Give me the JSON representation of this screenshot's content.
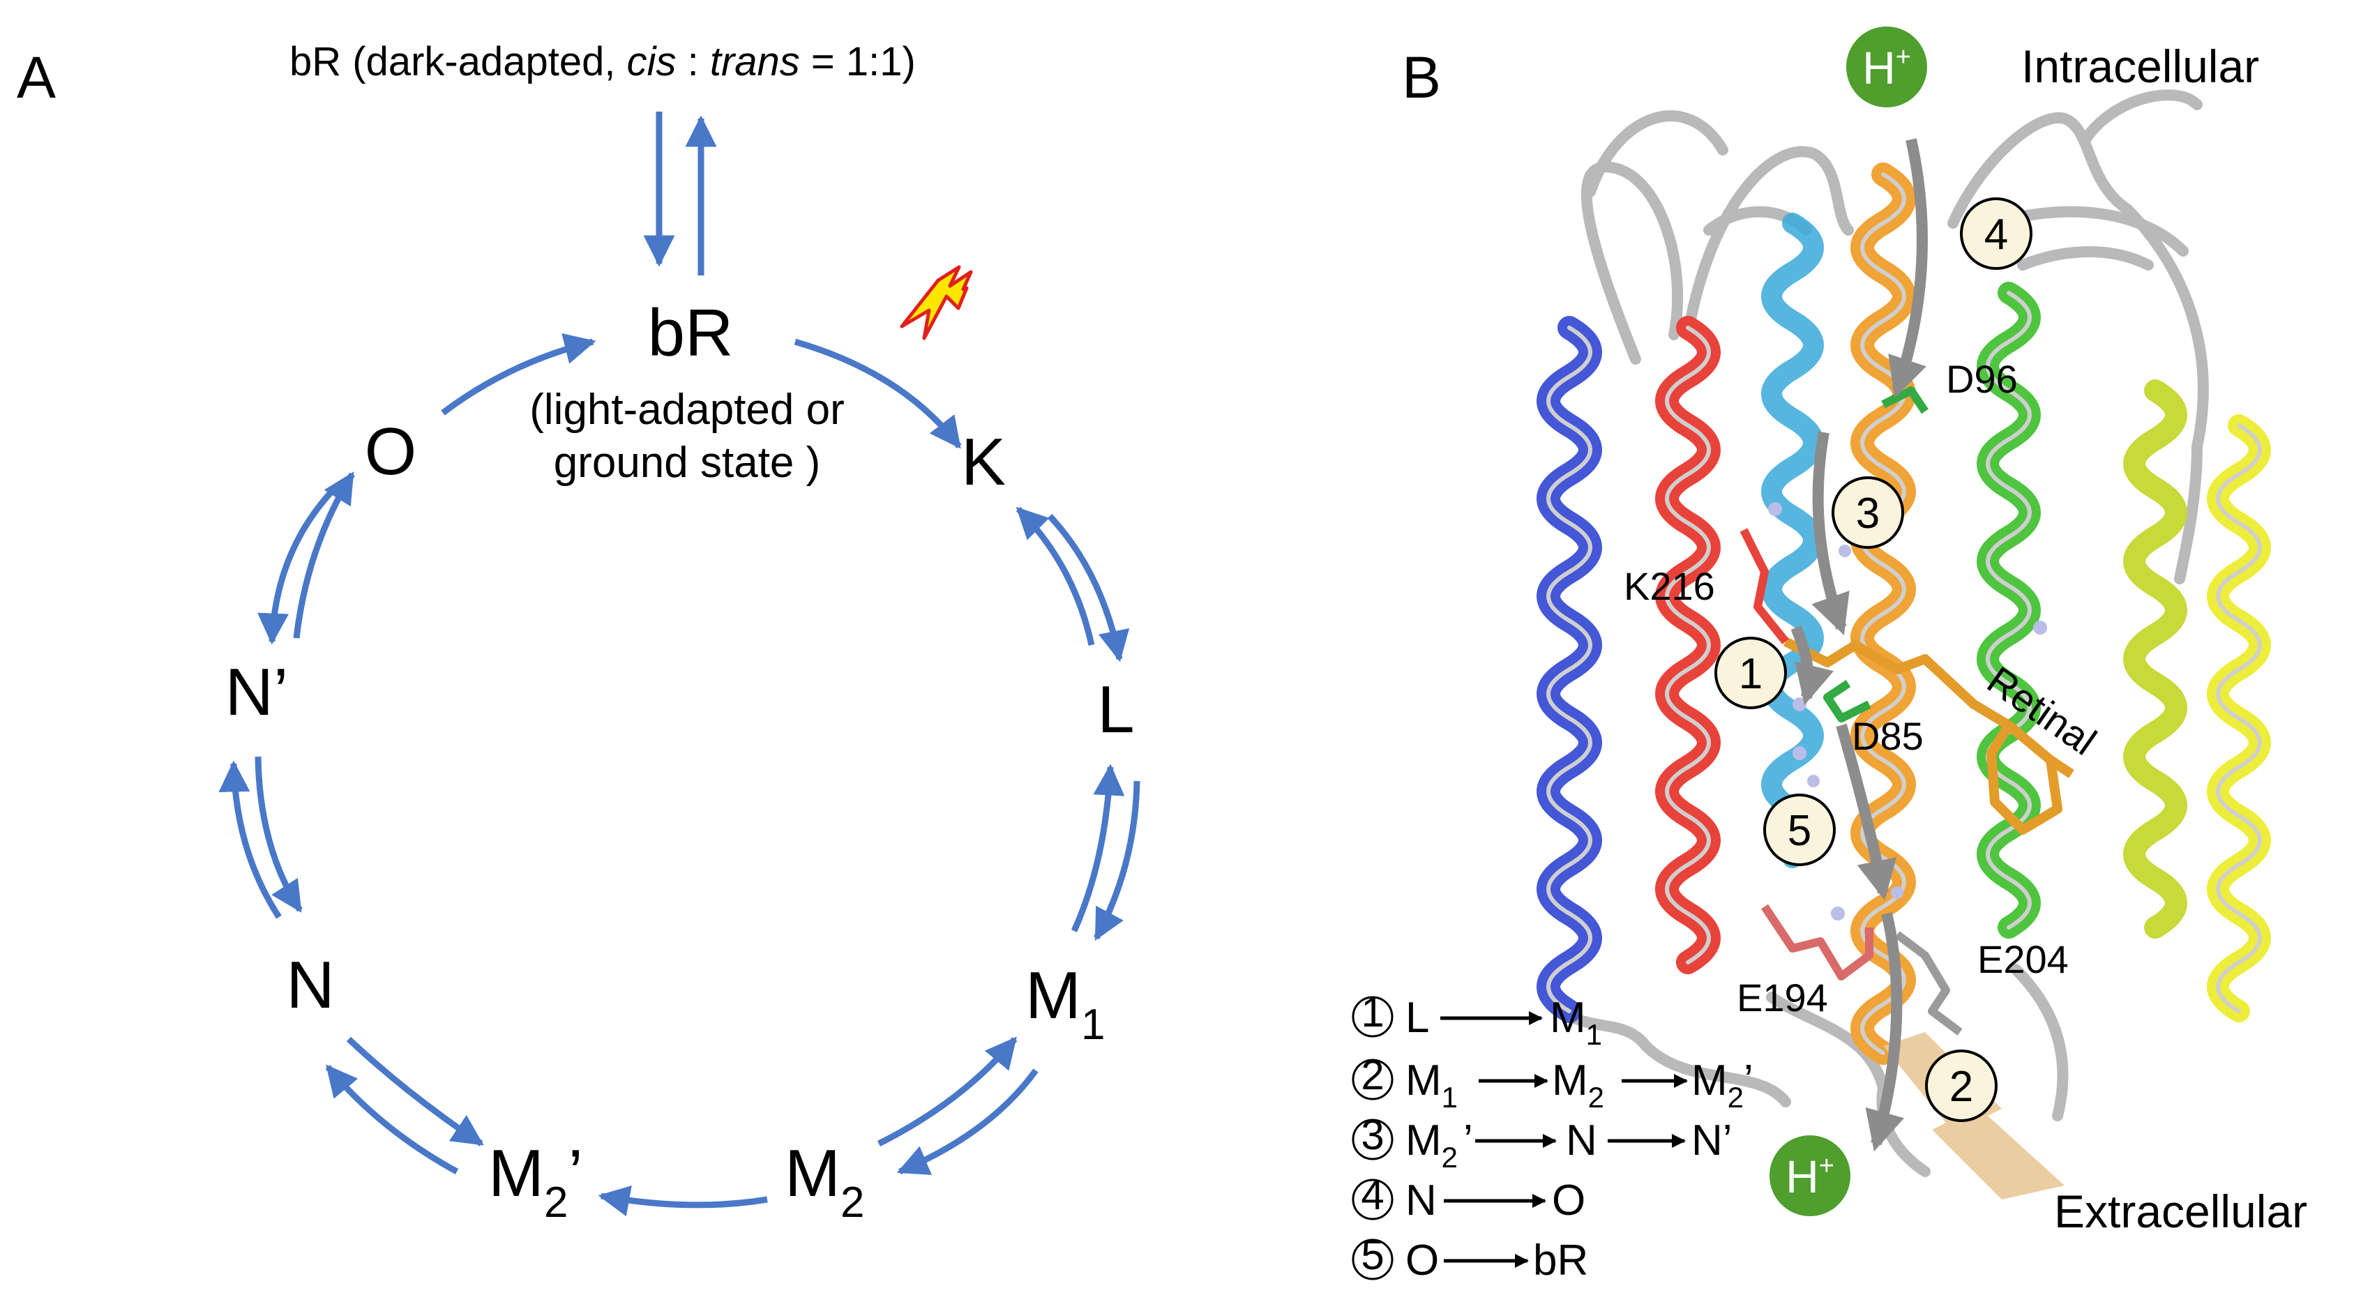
{
  "panel_a": {
    "label": "A",
    "dark_state": {
      "prefix": "bR (dark-adapted, ",
      "cis": "cis",
      "sep": " : ",
      "trans": "trans",
      "suffix": " = 1:1)"
    },
    "ground_state": {
      "name": "bR",
      "line1": "(light-adapted or",
      "line2": "ground state )"
    },
    "states": {
      "K": "K",
      "L": "L",
      "M1": {
        "base": "M",
        "sub": "1"
      },
      "M2": {
        "base": "M",
        "sub": "2"
      },
      "M2p": {
        "base": "M",
        "sub": "2",
        "prime": "’"
      },
      "N": "N",
      "Np": "N’",
      "O": "O"
    },
    "colors": {
      "arrow": "#4a78c8",
      "flash_fill": "#ffe600",
      "flash_stroke": "#e0201a"
    },
    "icon": "lightning-flash-icon"
  },
  "panel_b": {
    "label": "B",
    "regions": {
      "intracellular": "Intracellular",
      "extracellular": "Extracellular"
    },
    "proton": {
      "base": "H",
      "sup": "+"
    },
    "residues": {
      "d96": "D96",
      "k216": "K216",
      "d85": "D85",
      "retinal": "Retinal",
      "e204": "E204",
      "e194": "E194"
    },
    "step_markers": [
      "1",
      "2",
      "3",
      "4",
      "5"
    ],
    "helix_colors": [
      "#4457d6",
      "#e8433a",
      "#3aa9d9",
      "#f0a336",
      "#4fc43f",
      "#c8d93a",
      "#eded3b"
    ],
    "colors": {
      "proton_fill": "#4f9e2e",
      "loop": "#b9b9b9",
      "path_arrow": "#8c8c8c"
    }
  },
  "steps": [
    {
      "num": "1",
      "parts": [
        "L",
        "→",
        "M",
        "1"
      ]
    },
    {
      "num": "2",
      "parts": [
        "M",
        "1",
        "→",
        "M",
        "2",
        "→",
        "M",
        "2",
        "’"
      ]
    },
    {
      "num": "3",
      "parts": [
        "M",
        "2",
        "’→",
        "N",
        "→",
        "N’"
      ]
    },
    {
      "num": "4",
      "parts": [
        "N",
        "→",
        "O"
      ]
    },
    {
      "num": "5",
      "parts": [
        "O",
        "→",
        "bR"
      ]
    }
  ]
}
